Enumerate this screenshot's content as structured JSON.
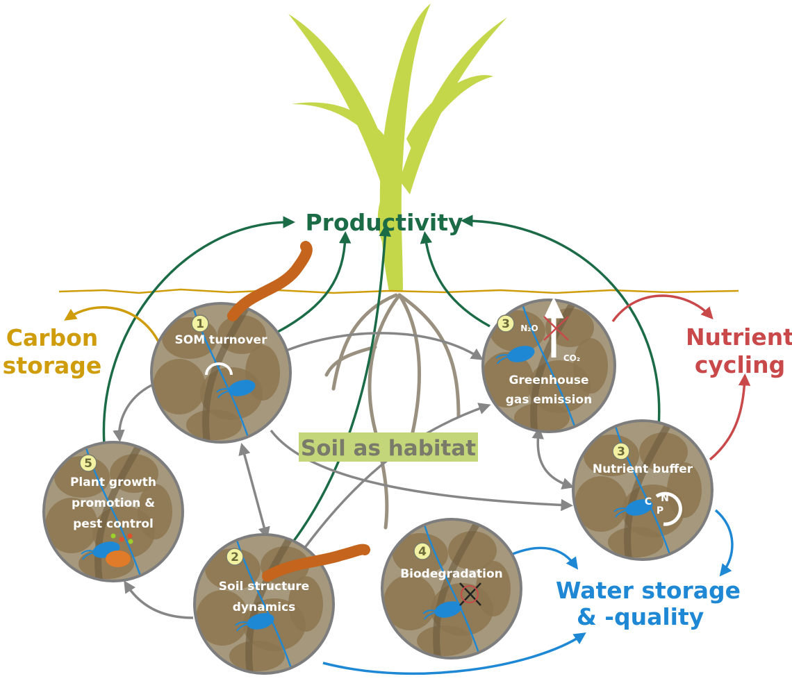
{
  "colors": {
    "productivity": "#1c6b47",
    "carbon": "#cf9c0b",
    "nutrient": "#c9494b",
    "water": "#1e88d4",
    "process_arrow": "#868686",
    "soil_circle": "#a6987c",
    "soil_aggregate": "#8c7550",
    "plant": "#c4d64a",
    "habitat_label_bg": "#c3d67a",
    "habitat_label_text": "#7a7a6a"
  },
  "outcomes": {
    "productivity": "Productivity",
    "carbon": [
      "Carbon",
      "storage"
    ],
    "nutrient": [
      "Nutrient",
      "cycling"
    ],
    "water": [
      "Water storage",
      "& -quality"
    ]
  },
  "center_label": "Soil as habitat",
  "processes": [
    {
      "number": "1",
      "lines": [
        "SOM turnover"
      ]
    },
    {
      "number": "3",
      "lines": [
        "Greenhouse",
        "gas emission"
      ],
      "labels": [
        "N₂O",
        "CO₂"
      ]
    },
    {
      "number": "3",
      "lines": [
        "Nutrient buffer"
      ],
      "labels": [
        "C",
        "N",
        "P"
      ]
    },
    {
      "number": "5",
      "lines": [
        "Plant growth",
        "promotion &",
        "pest control"
      ]
    },
    {
      "number": "2",
      "lines": [
        "Soil structure",
        "dynamics"
      ]
    },
    {
      "number": "4",
      "lines": [
        "Biodegradation"
      ]
    }
  ]
}
